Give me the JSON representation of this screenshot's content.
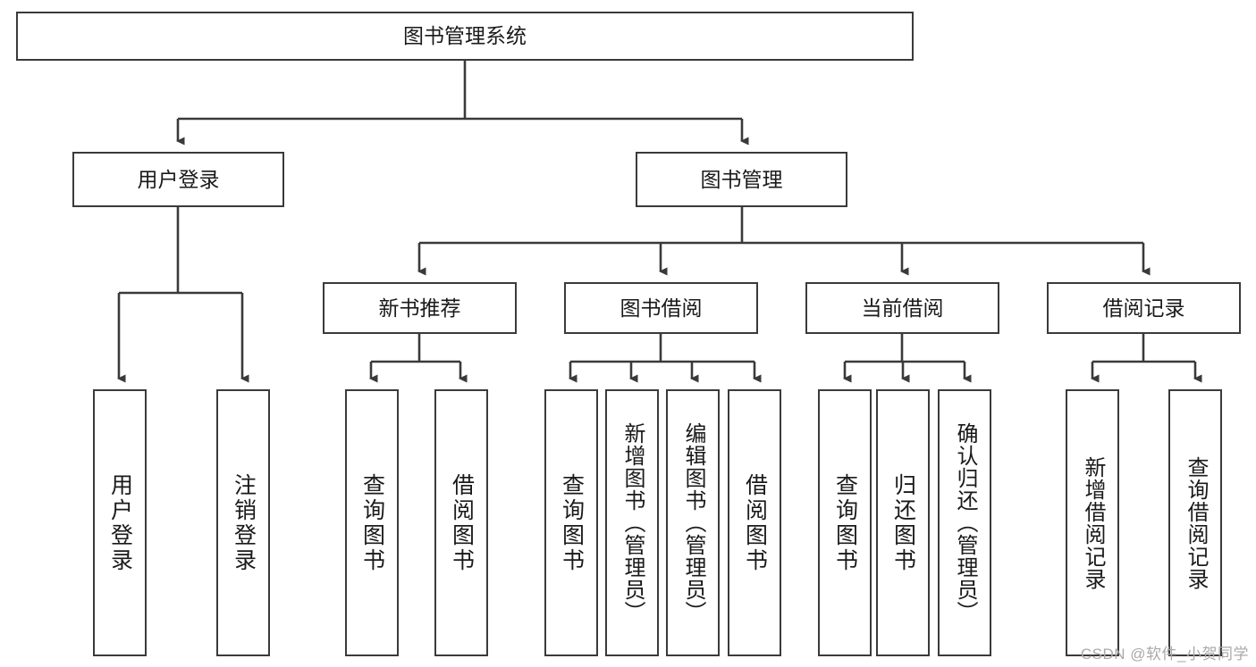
{
  "diagram": {
    "title": "图书管理系统",
    "type": "tree-hierarchy-diagram",
    "watermark": "CSDN @软件_小贺同学",
    "colors": {
      "box_border": "#3a3a3a",
      "box_fill": "#ffffff",
      "connector": "#3a3a3a",
      "text": "#1a1a1a",
      "watermark": "#a9a9a9"
    },
    "root": {
      "label": "图书管理系统"
    },
    "level2": [
      {
        "label": "用户登录"
      },
      {
        "label": "图书管理"
      }
    ],
    "level3": [
      {
        "label": "新书推荐"
      },
      {
        "label": "图书借阅"
      },
      {
        "label": "当前借阅"
      },
      {
        "label": "借阅记录"
      }
    ],
    "leaves": {
      "user_login": [
        {
          "label": "用户登录"
        },
        {
          "label": "注销登录"
        }
      ],
      "new_book_recommend": [
        {
          "label": "查询图书"
        },
        {
          "label": "借阅图书"
        }
      ],
      "book_borrow": [
        {
          "label": "查询图书"
        },
        {
          "label": "新增图书（管理员）"
        },
        {
          "label": "编辑图书（管理员）"
        },
        {
          "label": "借阅图书"
        }
      ],
      "current_borrow": [
        {
          "label": "查询图书"
        },
        {
          "label": "归还图书"
        },
        {
          "label": "确认归还（管理员）"
        }
      ],
      "borrow_records": [
        {
          "label": "新增借阅记录"
        },
        {
          "label": "查询借阅记录"
        }
      ]
    }
  }
}
